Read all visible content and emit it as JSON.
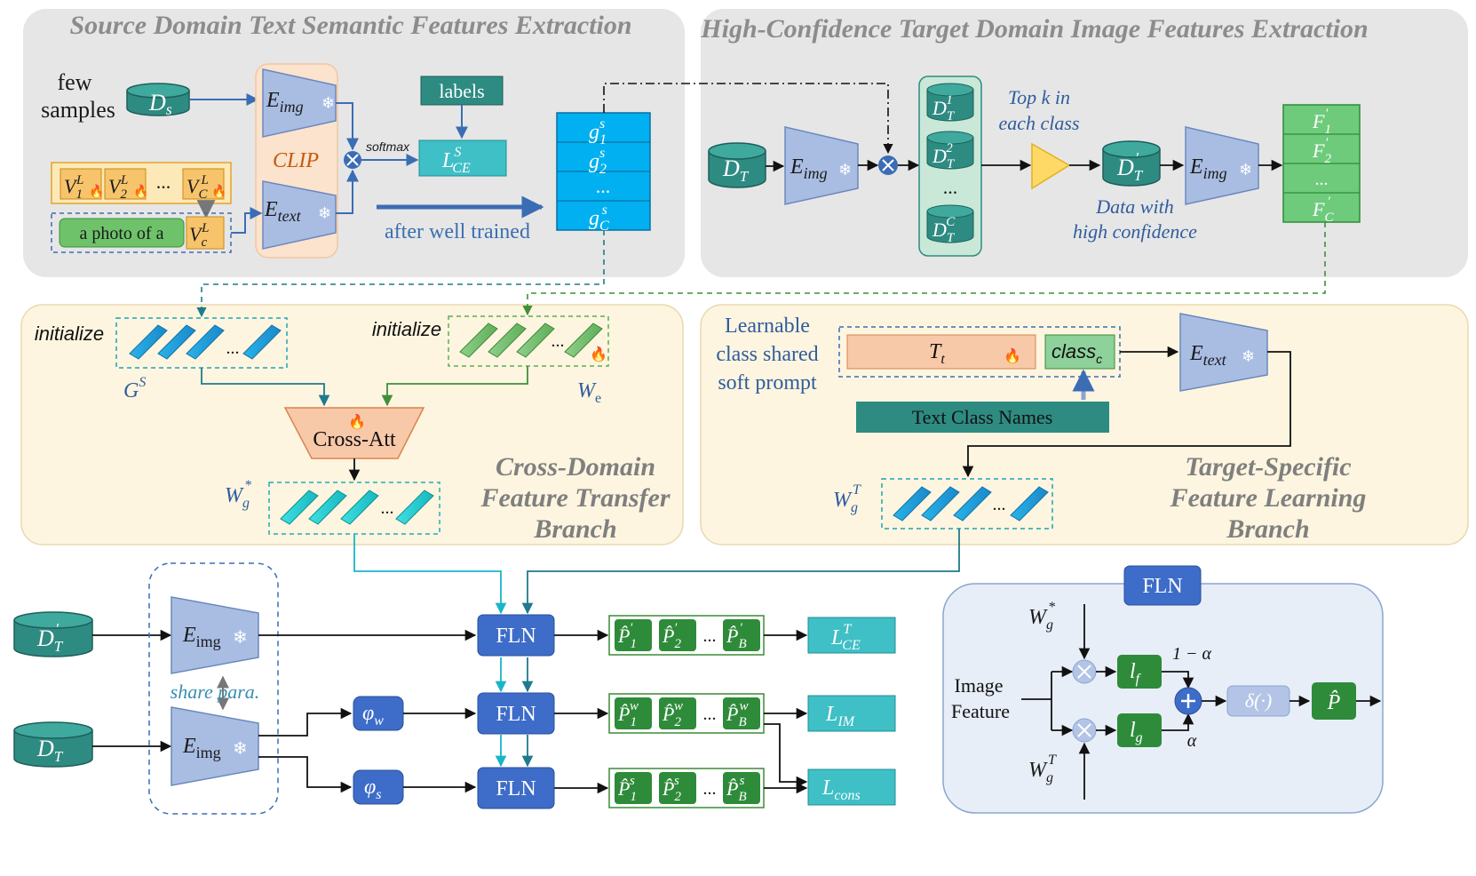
{
  "panels": {
    "source_title": "Source Domain Text Semantic Features Extraction",
    "target_title": "High-Confidence Target Domain Image Features Extraction",
    "cross_branch_title": [
      "Cross-Domain",
      "Feature Transfer",
      "Branch"
    ],
    "target_branch_title": [
      "Target-Specific",
      "Feature Learning",
      "Branch"
    ]
  },
  "source": {
    "few_samples": [
      "few",
      "samples"
    ],
    "ds": "D",
    "ds_sub": "s",
    "e_img": "E",
    "e_img_sub": "img",
    "e_text": "E",
    "e_text_sub": "text",
    "clip": "CLIP",
    "softmax": "softmax",
    "labels": "labels",
    "loss_ce": "L",
    "loss_ce_sup": "S",
    "loss_ce_sub": "CE",
    "prompt_tokens": [
      "V",
      "V",
      "...",
      "V"
    ],
    "prompt_token_subs": [
      "1",
      "2",
      "",
      "C"
    ],
    "prompt_token_sups": [
      "L",
      "L",
      "",
      "L"
    ],
    "photo_text": "a photo of a",
    "vc": "V",
    "vc_sub": "c",
    "vc_sup": "L",
    "after_trained": "after well trained",
    "g_list": [
      {
        "base": "g",
        "sub": "1",
        "sup": "s"
      },
      {
        "base": "g",
        "sub": "2",
        "sup": "s"
      },
      {
        "base": "...",
        "sub": "",
        "sup": ""
      },
      {
        "base": "g",
        "sub": "C",
        "sup": "s"
      }
    ]
  },
  "target": {
    "dt": "D",
    "dt_sub": "T",
    "e_img": "E",
    "e_img_sub": "img",
    "dt_classes": [
      {
        "base": "D",
        "sub": "T",
        "sup": "1"
      },
      {
        "base": "D",
        "sub": "T",
        "sup": "2"
      },
      {
        "base": "...",
        "sub": "",
        "sup": ""
      },
      {
        "base": "D",
        "sub": "T",
        "sup": "C"
      }
    ],
    "topk": [
      "Top k in",
      "each class"
    ],
    "dt_prime": "D",
    "dt_prime_sub": "T",
    "dt_prime_sup": "′",
    "high_conf": [
      "Data with",
      "high confidence"
    ],
    "e_img2": "E",
    "e_img2_sub": "img",
    "f_list": [
      {
        "base": "F",
        "sub": "1",
        "sup": "′"
      },
      {
        "base": "F",
        "sub": "2",
        "sup": "′"
      },
      {
        "base": "...",
        "sub": "",
        "sup": ""
      },
      {
        "base": "F",
        "sub": "C",
        "sup": "′"
      }
    ]
  },
  "cross": {
    "initialize_left": "initialize",
    "initialize_right": "initialize",
    "gs": "G",
    "gs_sup": "S",
    "we": "W",
    "we_sub": "e",
    "cross_att": "Cross-Att",
    "wg_star": "W",
    "wg_star_sub": "g",
    "wg_star_sup": "*",
    "dots": "..."
  },
  "tsb": {
    "learnable": [
      "Learnable",
      "class shared",
      "soft prompt"
    ],
    "tt": "T",
    "tt_sub": "t",
    "classc": "class",
    "classc_sub": "c",
    "text_class_names": "Text Class Names",
    "e_text": "E",
    "e_text_sub": "text",
    "wgt": "W",
    "wgt_sub": "g",
    "wgt_sup": "T",
    "dots": "..."
  },
  "bottom": {
    "dt_prime": "D",
    "dt_prime_sub": "T",
    "dt_prime_sup": "′",
    "dt": "D",
    "dt_sub": "T",
    "e_img": "E",
    "e_img_sub": "img",
    "share": "share para.",
    "phi_w": "φ",
    "phi_w_sub": "w",
    "phi_s": "φ",
    "phi_s_sub": "s",
    "fln": "FLN",
    "rows": [
      {
        "sup": "′",
        "items": [
          "1",
          "2",
          "B"
        ],
        "loss": "L",
        "loss_sub": "CE",
        "loss_sup": "T"
      },
      {
        "sup": "w",
        "items": [
          "1",
          "2",
          "B"
        ],
        "loss": "L",
        "loss_sub": "IM",
        "loss_sup": ""
      },
      {
        "sup": "s",
        "items": [
          "1",
          "2",
          "B"
        ],
        "loss": "L",
        "loss_sub": "cons",
        "loss_sup": ""
      }
    ],
    "p_base": "P̂",
    "dots": "..."
  },
  "fln_detail": {
    "title": "FLN",
    "wg_star": "W",
    "wg_star_sub": "g",
    "wg_star_sup": "*",
    "image_feature": [
      "Image",
      "Feature"
    ],
    "lf": "l",
    "lf_sub": "f",
    "lg": "l",
    "lg_sub": "g",
    "one_minus_alpha": "1 − α",
    "alpha": "α",
    "delta": "δ(·)",
    "p_hat": "P̂",
    "wgt": "W",
    "wgt_sub": "g",
    "wgt_sup": "T"
  },
  "colors": {
    "panel_gray": "#e6e6e6",
    "panel_yellow": "#fdf6e0",
    "panel_blue": "#e8eef8",
    "encoder": "#a9bde3",
    "teal": "#2e8b82",
    "cyan": "#00b0f0",
    "fln": "#3d6cc9",
    "green": "#2e8b3a",
    "light_green": "#8ed19a",
    "orange_box": "#f8c9a8"
  }
}
